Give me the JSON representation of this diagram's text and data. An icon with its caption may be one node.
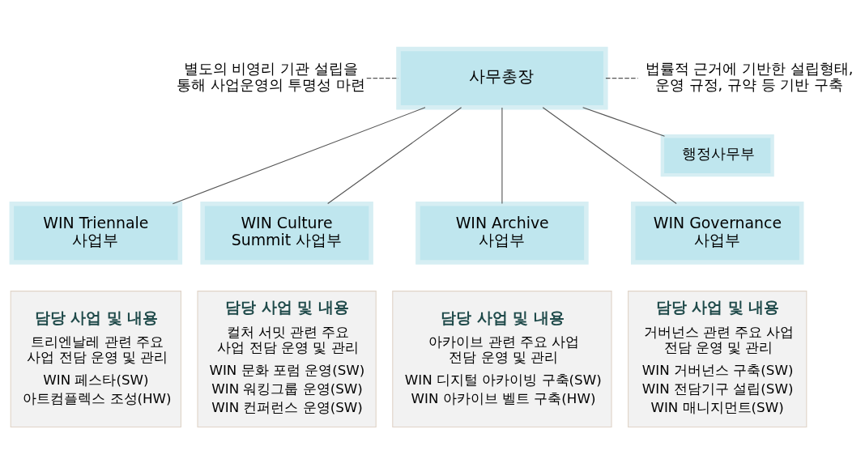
{
  "diagram": {
    "nodes": [
      {
        "text": [
          "사무총장"
        ]
      },
      {
        "text": [
          "별도의 비영리 기관 설립을 통해 사업운영의 투명성 마련"
        ]
      },
      {
        "text": [
          "법률적 근거에 기반한 설립형태, 운영 규정, 규약 등 기반 구축"
        ]
      },
      {
        "text": [
          "행정사무부"
        ]
      },
      {
        "text": [
          "WIN Triennale 사업부"
        ]
      },
      {
        "text": [
          "WIN Culture Summit 사업부"
        ]
      },
      {
        "text": [
          "WIN Archive 사업부"
        ]
      },
      {
        "text": [
          "WIN Governance 사업부"
        ]
      },
      {
        "text": [
          "담당 사업 및 내용",
          "트리엔날레 관련 주요 사업 전담 운영 및 관리",
          "WIN 페스타(SW)",
          "아트컴플렉스 조성(HW)"
        ]
      },
      {
        "text": [
          "담당 사업 및 내용",
          "컬처 서밋 관련 주요 사업 전담 운영 및 관리",
          "WIN 문화 포럼 운영(SW)",
          "WIN 워킹그룹 운영(SW)",
          "WIN 컨퍼런스 운영(SW)"
        ]
      },
      {
        "text": [
          "담당 사업 및 내용",
          "아카이브 관련 주요 사업 전담 운영 및 관리",
          "WIN 디지털 아카이빙 구축(SW)",
          "WIN 아카이브 벨트 구축(HW)"
        ]
      },
      {
        "text": [
          "담당 사업 및 내용",
          "거버넌스 관련 주요 사업 전담 운영 및 관리",
          "WIN 거버넌스 구축(SW)",
          "WIN 전담기구 설립(SW)",
          "WIN 매니지먼트(SW)"
        ]
      }
    ],
    "edges": [
      {
        "from": 1,
        "to": 0,
        "arrow": "none",
        "style": "dashed"
      },
      {
        "from": 0,
        "to": 2,
        "arrow": "none",
        "style": "dashed"
      },
      {
        "from": 0,
        "to": 3,
        "arrow": "none"
      },
      {
        "from": 0,
        "to": 4,
        "arrow": "none"
      },
      {
        "from": 0,
        "to": 5,
        "arrow": "none"
      },
      {
        "from": 0,
        "to": 6,
        "arrow": "none"
      },
      {
        "from": 0,
        "to": 7,
        "arrow": "none"
      }
    ]
  }
}
